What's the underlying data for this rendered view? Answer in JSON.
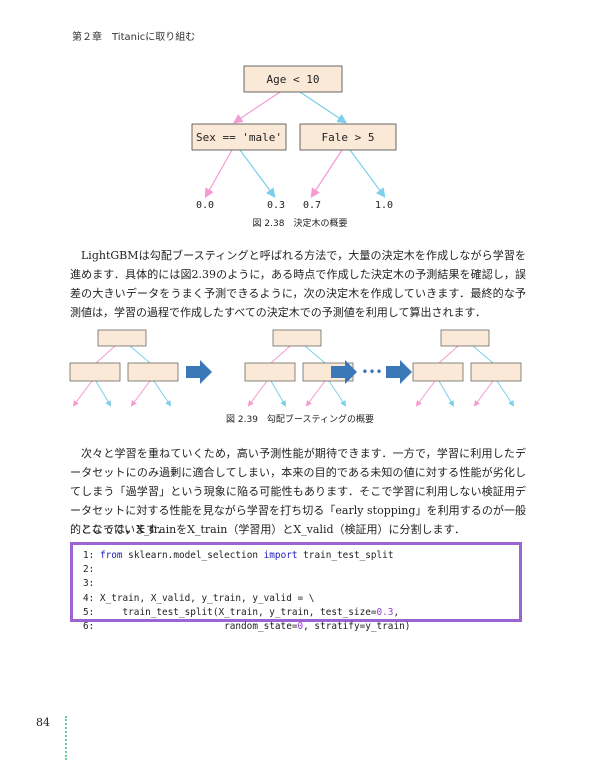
{
  "header": "第２章　Titanicに取り組む",
  "figure_238": {
    "root": "Age < 10",
    "left_node": "Sex == 'male'",
    "right_node": "Fale > 5",
    "leaves": [
      "0.0",
      "0.3",
      "0.7",
      "1.0"
    ],
    "caption": "図 2.38　決定木の概要"
  },
  "paragraph_1": "LightGBMは勾配ブースティングと呼ばれる方法で，大量の決定木を作成しながら学習を進めます．具体的には図2.39のように，ある時点で作成した決定木の予測結果を確認し，誤差の大きいデータをうまく予測できるように，次の決定木を作成していきます．最終的な予測値は，学習の過程で作成したすべての決定木での予測値を利用して算出されます．",
  "figure_239": {
    "ellipsis": "•••",
    "caption": "図 2.39　勾配ブースティングの概要"
  },
  "paragraph_2": "次々と学習を重ねていくため，高い予測性能が期待できます．一方で，学習に利用したデータセットにのみ過剰に適合してしまい，本来の目的である未知の値に対する性能が劣化してしまう「過学習」という現象に陥る可能性もあります．そこで学習に利用しない検証用データセットに対する性能を見ながら学習を打ち切る「early stopping」を利用するのが一般的となっています．",
  "paragraph_3": "ここでは，X_trainをX_train（学習用）とX_valid（検証用）に分割します．",
  "code": {
    "line1_num": "1:",
    "line1_kw1": "from",
    "line1_mod": " sklearn.model_selection ",
    "line1_kw2": "import",
    "line1_rest": " train_test_split",
    "line2": "2:",
    "line3": "3:",
    "line4": "4: X_train, X_valid, y_train, y_valid = \\",
    "line5_a": "5:     train_test_split(X_train, y_train, test_size=",
    "line5_num": "0.3",
    "line5_b": ",",
    "line6_a": "6:                       random_state=",
    "line6_num": "0",
    "line6_b": ", stratify=y_train)"
  },
  "page_number": "84",
  "colors": {
    "node_fill": "#fbe9d7",
    "edge_left": "#f59ad2",
    "edge_right": "#7ccfea",
    "arrow": "#3a78b8",
    "code_border": "#9b64d2"
  }
}
